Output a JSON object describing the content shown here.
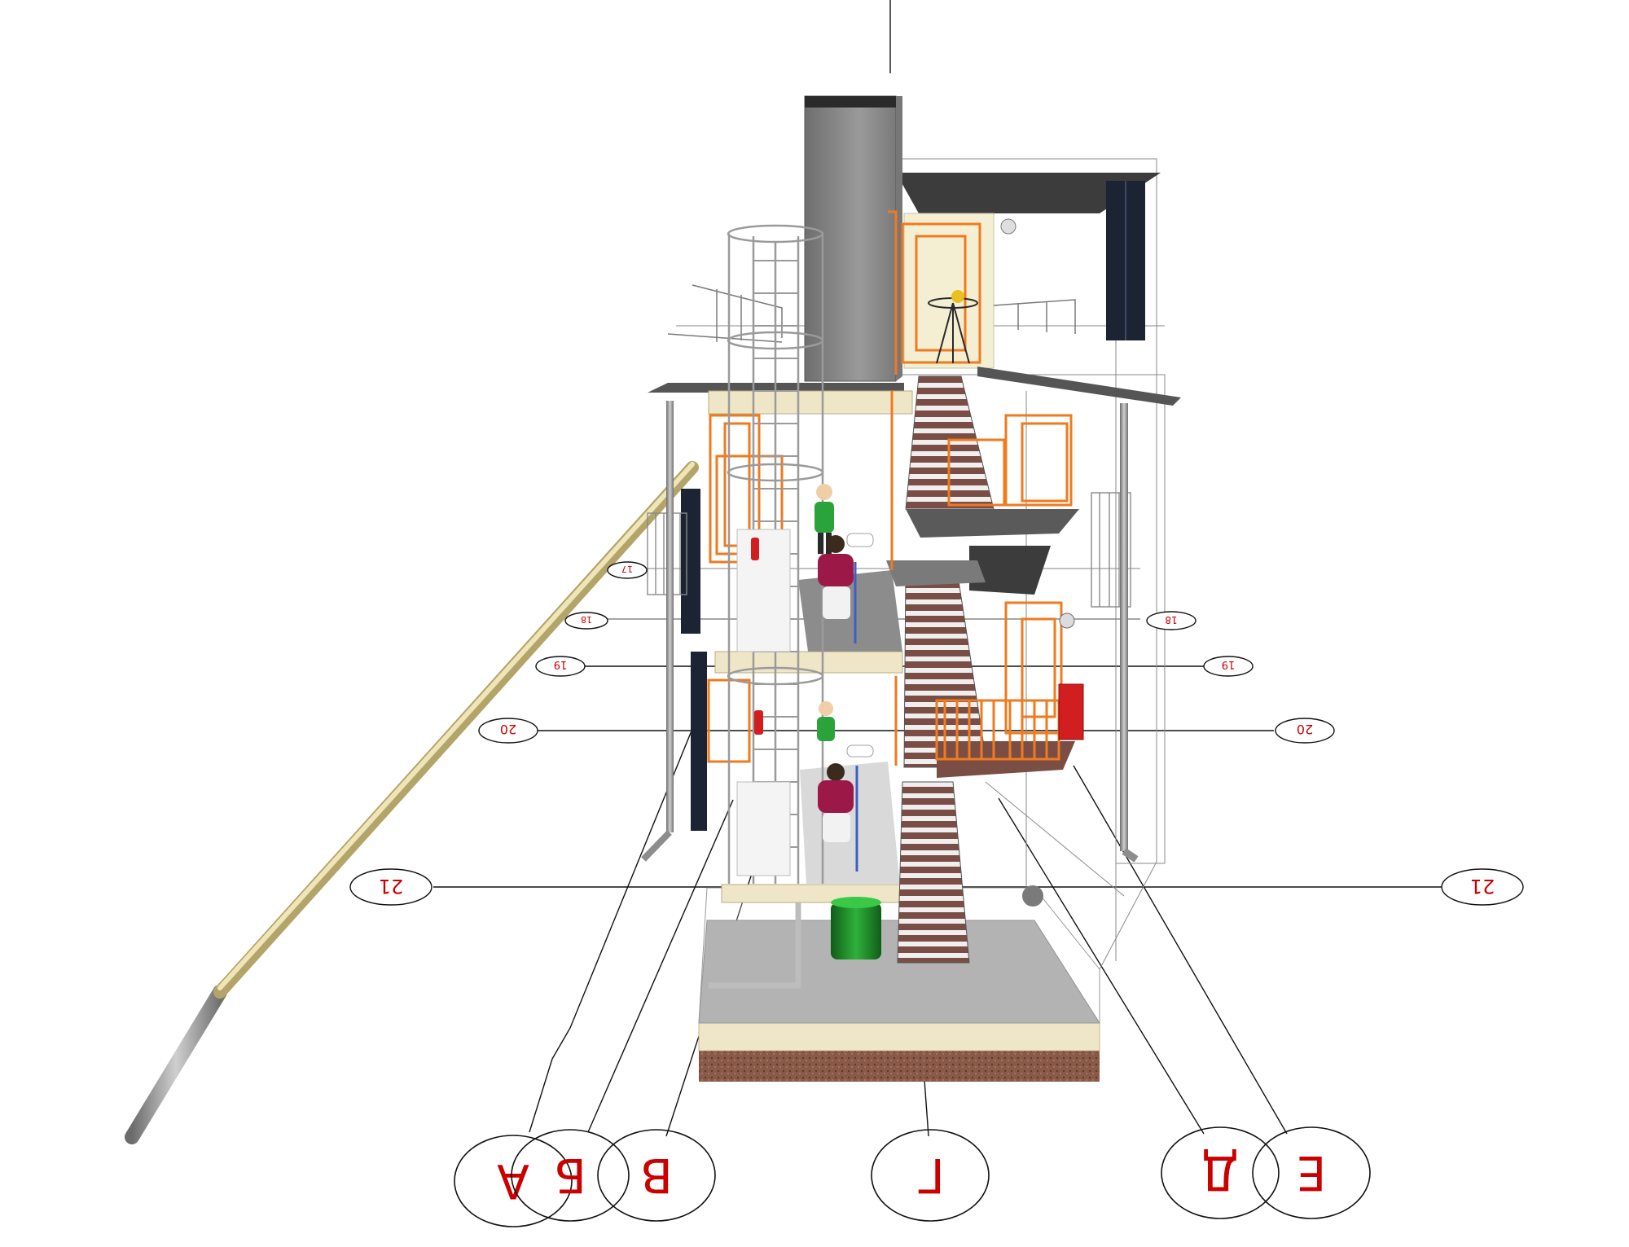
{
  "colors": {
    "grid_line": "#111111",
    "label": "#cc0000",
    "orange_frame": "#f07a1e",
    "concrete": "#8c8c8c",
    "slab_beige": "#efe6c8",
    "soil": "#8a5a48",
    "stair_tread": "#7a4d45",
    "glass_panel": "#1c2433",
    "pipe_gold": "#d7c98c",
    "pipe_gray": "#8d8d8d",
    "tank_green": "#1f8f2a",
    "hydrant_red": "#d21e1e"
  },
  "grid_axes": {
    "rows": [
      {
        "label": "17"
      },
      {
        "label": "18"
      },
      {
        "label": "19"
      },
      {
        "label": "20"
      },
      {
        "label": "21"
      }
    ],
    "columns": [
      {
        "label": "А"
      },
      {
        "label": "Б"
      },
      {
        "label": "В"
      },
      {
        "label": "Г"
      },
      {
        "label": "Д"
      },
      {
        "label": "Е"
      }
    ]
  }
}
